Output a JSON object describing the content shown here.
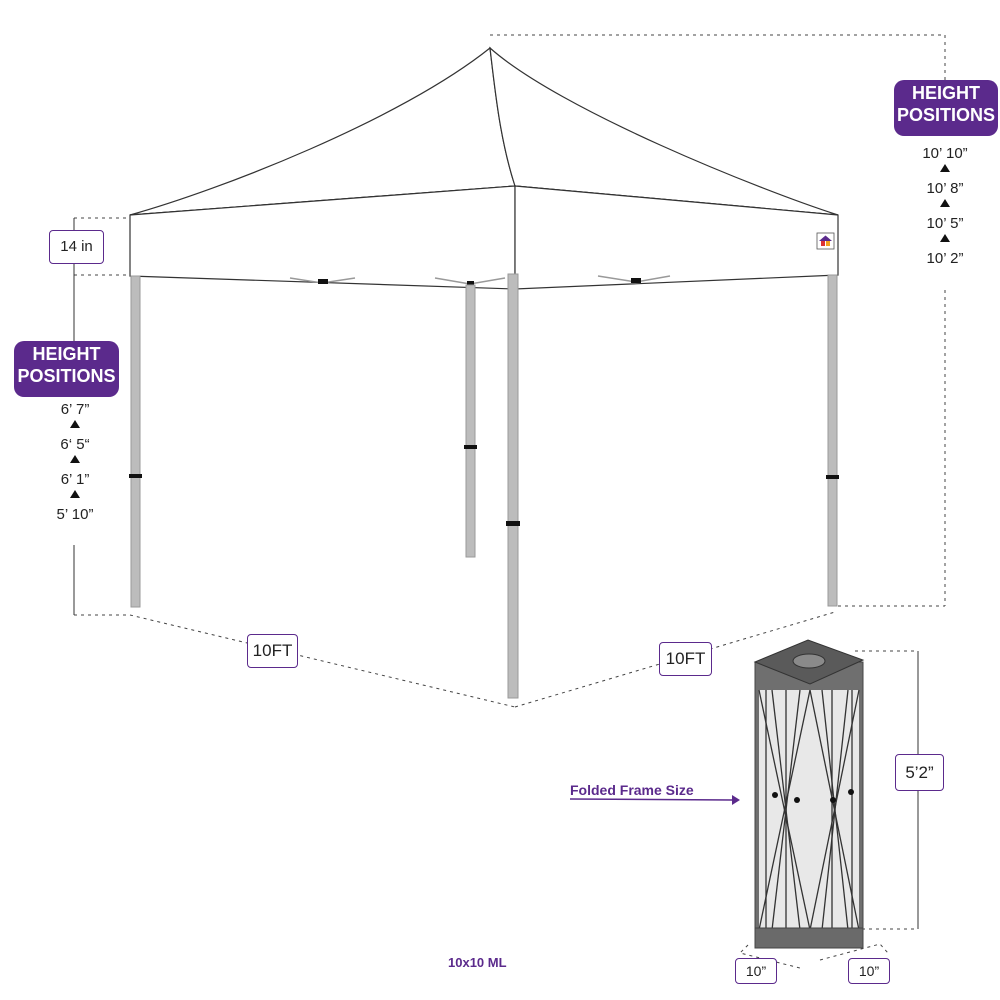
{
  "left_height": {
    "badge_line1": "HEIGHT",
    "badge_line2": "POSITIONS",
    "values": [
      "6’ 7”",
      "6‘ 5“",
      "6’ 1”",
      "5’ 10”"
    ]
  },
  "right_height": {
    "badge_line1": "HEIGHT",
    "badge_line2": "POSITIONS",
    "values": [
      "10’ 10”",
      "10’ 8”",
      "10’ 5”",
      "10’ 2”"
    ]
  },
  "dimensions": {
    "valance": "14 in",
    "width_left": "10FT",
    "width_right": "10FT",
    "folded_height": "5’2”",
    "folded_width_a": "10”",
    "folded_width_b": "10”"
  },
  "folded_frame_label": "Folded Frame Size",
  "model_label": "10x10 ML",
  "colors": {
    "accent_purple": "#5b2a8c",
    "leg_gray": "#bcbcbc",
    "outline": "#333333"
  },
  "icons": {
    "logo": "house-logo-icon",
    "arrow": "triangle-up-icon"
  }
}
